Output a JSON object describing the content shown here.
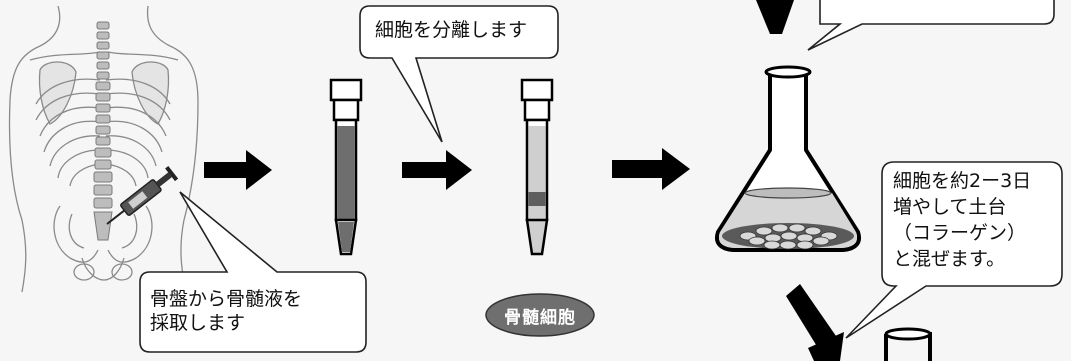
{
  "callouts": {
    "separate": "細胞を分離します",
    "collect": "骨盤から骨髄液を\n採取します",
    "grow": "細胞を約2ー3日\n増やして土台\n（コラーゲン）\nと混ぜます。"
  },
  "marrow_cells_label": "骨髄細胞",
  "colors": {
    "blood": "#6e6e6e",
    "plasma": "#cfcfcf",
    "cells": "#5e5e5e",
    "oval": "#6f6f6f",
    "arrow": "#000000"
  }
}
